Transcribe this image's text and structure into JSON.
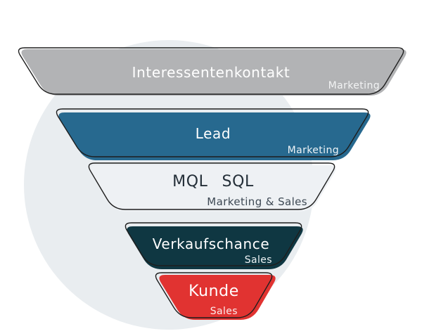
{
  "canvas": {
    "background_color": "#ffffff",
    "circle_color": "#e9edf0",
    "outline_color": "#1e1e1e"
  },
  "funnel": {
    "stages": [
      {
        "label": "Interessentenkontakt",
        "sublabel": "Marketing",
        "color": "#b2b3b5",
        "text_color": "#ffffff",
        "sublabel_color": "#f2f3f4"
      },
      {
        "label": "Lead",
        "sublabel": "Marketing",
        "color": "#27698f",
        "text_color": "#ffffff",
        "sublabel_color": "#eef3f6"
      },
      {
        "label": "MQL",
        "label_secondary": "SQL",
        "sublabel": "Marketing & Sales",
        "color": "#eef1f4",
        "text_color": "#242f38",
        "sublabel_color": "#3e4954"
      },
      {
        "label": "Verkaufschance",
        "sublabel": "Sales",
        "color": "#0f3742",
        "text_color": "#ffffff",
        "sublabel_color": "#eef3f5"
      },
      {
        "label": "Kunde",
        "sublabel": "Sales",
        "color": "#e13331",
        "text_color": "#ffffff",
        "sublabel_color": "#fbecec"
      }
    ]
  }
}
